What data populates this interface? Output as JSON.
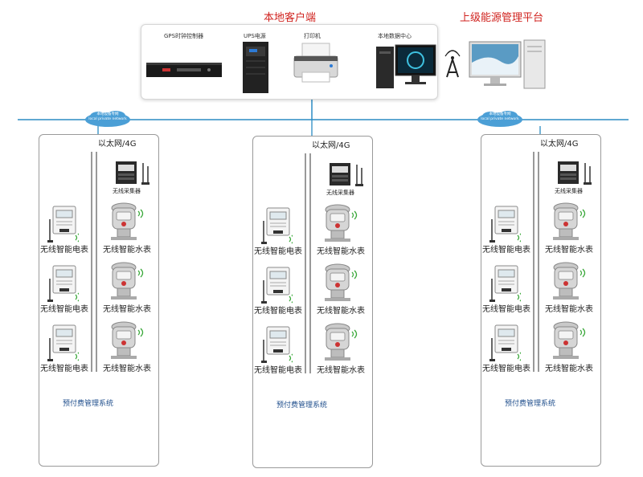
{
  "client": {
    "title": "本地客户端",
    "devices": [
      "GPS时钟控制器",
      "UPS电源",
      "打印机",
      "本地数据中心"
    ]
  },
  "platform": {
    "title": "上级能源管理平台"
  },
  "networks": [
    {
      "cloud_line1": "本地设备专网",
      "cloud_line2": "local private network"
    },
    {
      "cloud_line1": "本地设备专网",
      "cloud_line2": "local private network"
    }
  ],
  "groups": [
    {
      "ethernet": "以太网/4G",
      "collector": "无线采集器",
      "elec_meters": [
        "无线智能电表",
        "无线智能电表",
        "无线智能电表"
      ],
      "water_meters": [
        "无线智能水表",
        "无线智能水表",
        "无线智能水表"
      ],
      "system": "预付费管理系统"
    },
    {
      "ethernet": "以太网/4G",
      "collector": "无线采集器",
      "elec_meters": [
        "无线智能电表",
        "无线智能电表",
        "无线智能电表"
      ],
      "water_meters": [
        "无线智能水表",
        "无线智能水表",
        "无线智能水表"
      ],
      "system": "预付费管理系统"
    },
    {
      "ethernet": "以太网/4G",
      "collector": "无线采集器",
      "elec_meters": [
        "无线智能电表",
        "无线智能电表",
        "无线智能电表"
      ],
      "water_meters": [
        "无线智能水表",
        "无线智能水表",
        "无线智能水表"
      ],
      "system": "预付费管理系统"
    }
  ],
  "colors": {
    "accent_red": "#d0231f",
    "bus_line": "#2b8cc4",
    "cloud": "#4b9fd6",
    "signal": "#3aa83a"
  }
}
